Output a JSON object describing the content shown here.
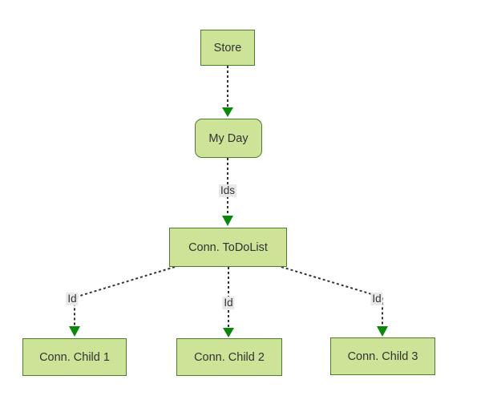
{
  "diagram": {
    "type": "flowchart-top-down",
    "nodes": [
      {
        "id": "store",
        "label": "Store",
        "shape": "rectangle"
      },
      {
        "id": "myday",
        "label": "My Day",
        "shape": "rounded-rectangle"
      },
      {
        "id": "todolist",
        "label": "Conn. ToDoList",
        "shape": "rectangle"
      },
      {
        "id": "child1",
        "label": "Conn. Child 1",
        "shape": "rectangle"
      },
      {
        "id": "child2",
        "label": "Conn. Child 2",
        "shape": "rectangle"
      },
      {
        "id": "child3",
        "label": "Conn. Child 3",
        "shape": "rectangle"
      }
    ],
    "edges": [
      {
        "from": "store",
        "to": "myday",
        "label": "",
        "style": "dashed-arrow"
      },
      {
        "from": "myday",
        "to": "todolist",
        "label": "Ids",
        "style": "dashed-arrow"
      },
      {
        "from": "todolist",
        "to": "child1",
        "label": "Id",
        "style": "dashed-arrow"
      },
      {
        "from": "todolist",
        "to": "child2",
        "label": "Id",
        "style": "dashed-arrow"
      },
      {
        "from": "todolist",
        "to": "child3",
        "label": "Id",
        "style": "dashed-arrow"
      }
    ],
    "colors": {
      "node_fill": "#cde498",
      "node_border": "#4a7e2a",
      "edge_line": "#333333",
      "arrowhead": "#088a08",
      "label_bg": "#e8e8e8",
      "text": "#333333",
      "background": "#ffffff"
    }
  }
}
